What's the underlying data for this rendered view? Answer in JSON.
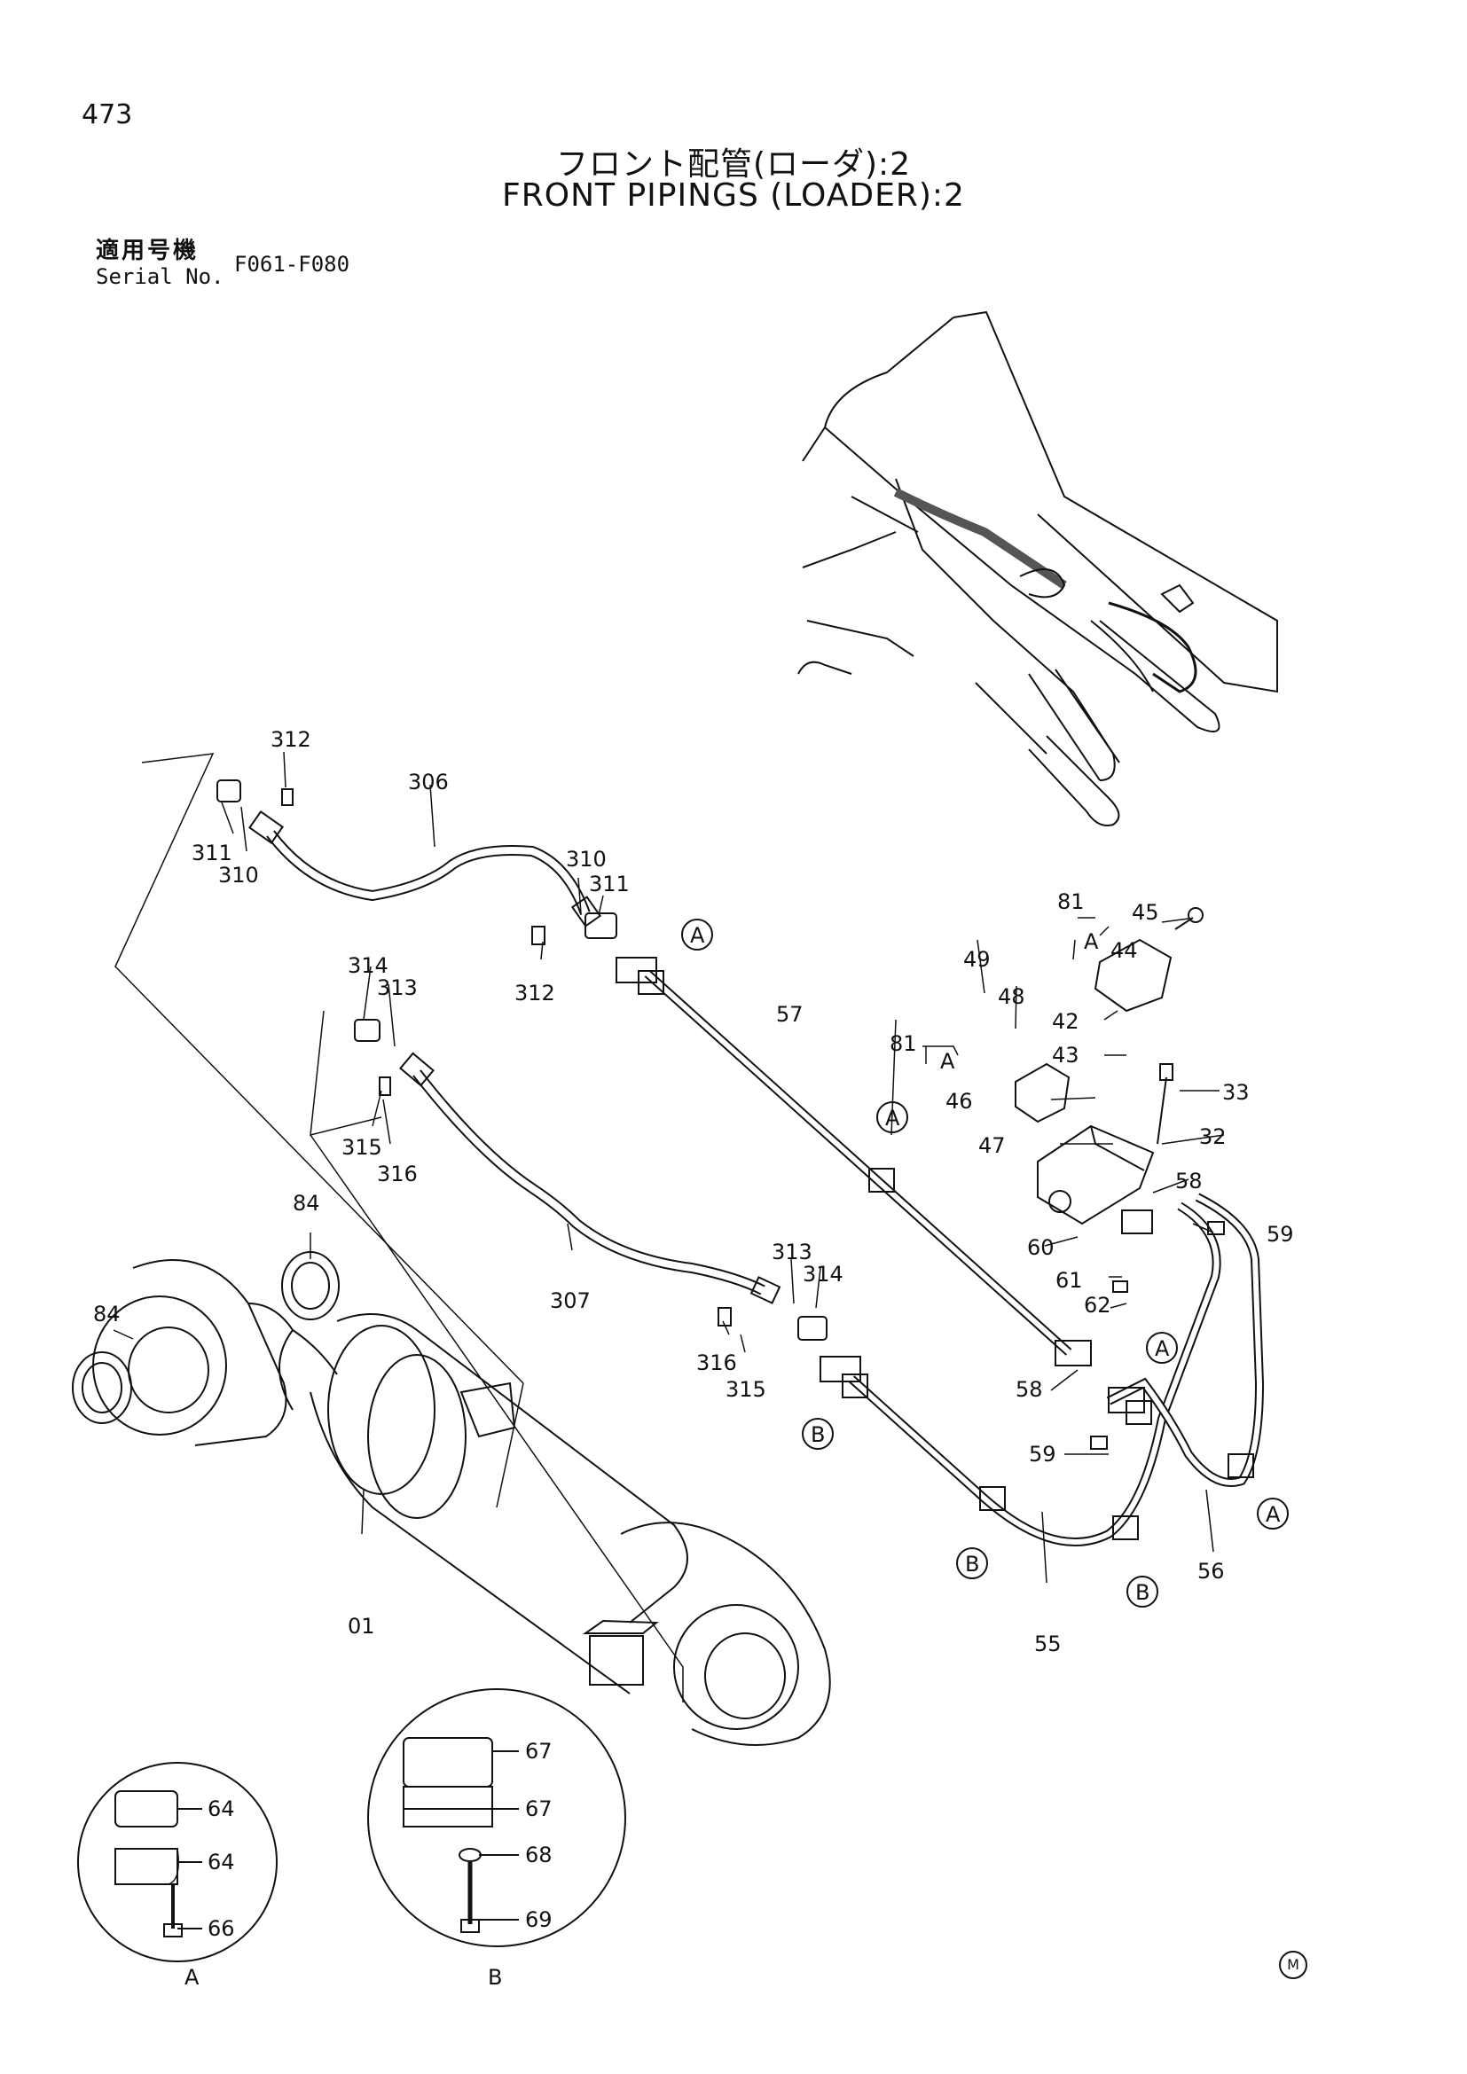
{
  "page_number": "473",
  "title_jp": "フロント配管(ローダ):2",
  "title_en": "FRONT PIPINGS (LOADER):2",
  "serial": {
    "label_jp": "適用号機",
    "label_en": "Serial No.",
    "value": "F061-F080"
  },
  "detail_labels": {
    "a": "A",
    "b": "B"
  },
  "part_labels": {
    "l312a": "312",
    "l306": "306",
    "l311a": "311",
    "l310a": "310",
    "l310b": "310",
    "l311b": "311",
    "l312b": "312",
    "l314a": "314",
    "l313a": "313",
    "l315a": "315",
    "l316a": "316",
    "l307": "307",
    "l313b": "313",
    "l314b": "314",
    "l316b": "316",
    "l315b": "315",
    "l84a": "84",
    "l84b": "84",
    "l01": "01",
    "l57": "57",
    "l81a": "81",
    "l45": "45",
    "l44": "44",
    "l49": "49",
    "l48": "48",
    "l42": "42",
    "l81b": "81",
    "l43": "43",
    "l46": "46",
    "l33": "33",
    "l47": "47",
    "l32": "32",
    "l58a": "58",
    "l59a": "59",
    "l60": "60",
    "l61": "61",
    "l62": "62",
    "l58b": "58",
    "l59b": "59",
    "l56": "56",
    "l55": "55",
    "l64a": "64",
    "l64b": "64",
    "l66": "66",
    "l67a": "67",
    "l67b": "67",
    "l68": "68",
    "l69": "69"
  },
  "callouts": [
    "A",
    "A",
    "A",
    "A",
    "B",
    "B",
    "B"
  ],
  "manufacturer_mark": "M"
}
